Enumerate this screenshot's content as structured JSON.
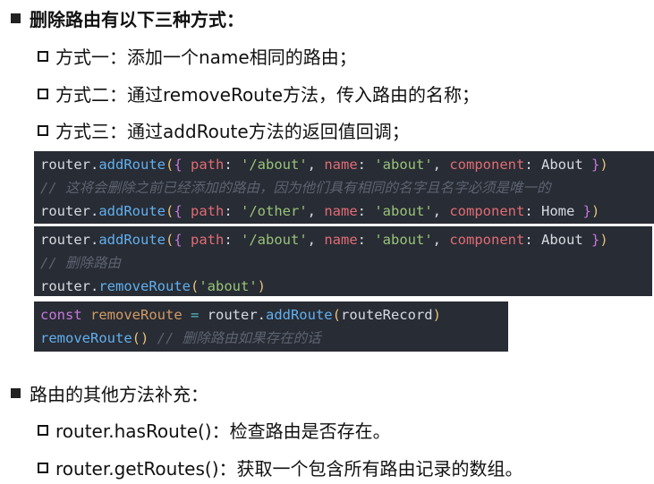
{
  "section1": {
    "title": "删除路由有以下三种方式：",
    "items": [
      "方式一：添加一个name相同的路由；",
      "方式二：通过removeRoute方法，传入路由的名称；",
      "方式三：通过addRoute方法的返回值回调；"
    ]
  },
  "code_blocks": [
    [
      [
        {
          "t": "router.",
          "c": "tx"
        },
        {
          "t": "addRoute",
          "c": "fn"
        },
        {
          "t": "(",
          "c": "br"
        },
        {
          "t": "{ ",
          "c": "br2"
        },
        {
          "t": "path",
          "c": "key"
        },
        {
          "t": ": ",
          "c": "tx"
        },
        {
          "t": "'/about'",
          "c": "str"
        },
        {
          "t": ", ",
          "c": "tx"
        },
        {
          "t": "name",
          "c": "key"
        },
        {
          "t": ": ",
          "c": "tx"
        },
        {
          "t": "'about'",
          "c": "str"
        },
        {
          "t": ", ",
          "c": "tx"
        },
        {
          "t": "component",
          "c": "key"
        },
        {
          "t": ": About ",
          "c": "tx"
        },
        {
          "t": "}",
          "c": "br2"
        },
        {
          "t": ")",
          "c": "br"
        }
      ],
      [
        {
          "t": "// 这将会删除之前已经添加的路由，因为他们具有相同的名字且名字必须是唯一的",
          "c": "cm"
        }
      ],
      [
        {
          "t": "router.",
          "c": "tx"
        },
        {
          "t": "addRoute",
          "c": "fn"
        },
        {
          "t": "(",
          "c": "br"
        },
        {
          "t": "{ ",
          "c": "br2"
        },
        {
          "t": "path",
          "c": "key"
        },
        {
          "t": ": ",
          "c": "tx"
        },
        {
          "t": "'/other'",
          "c": "str"
        },
        {
          "t": ", ",
          "c": "tx"
        },
        {
          "t": "name",
          "c": "key"
        },
        {
          "t": ": ",
          "c": "tx"
        },
        {
          "t": "'about'",
          "c": "str"
        },
        {
          "t": ", ",
          "c": "tx"
        },
        {
          "t": "component",
          "c": "key"
        },
        {
          "t": ": Home ",
          "c": "tx"
        },
        {
          "t": "}",
          "c": "br2"
        },
        {
          "t": ")",
          "c": "br"
        }
      ]
    ],
    [
      [
        {
          "t": "router.",
          "c": "tx"
        },
        {
          "t": "addRoute",
          "c": "fn"
        },
        {
          "t": "(",
          "c": "br"
        },
        {
          "t": "{ ",
          "c": "br2"
        },
        {
          "t": "path",
          "c": "key"
        },
        {
          "t": ": ",
          "c": "tx"
        },
        {
          "t": "'/about'",
          "c": "str"
        },
        {
          "t": ", ",
          "c": "tx"
        },
        {
          "t": "name",
          "c": "key"
        },
        {
          "t": ": ",
          "c": "tx"
        },
        {
          "t": "'about'",
          "c": "str"
        },
        {
          "t": ", ",
          "c": "tx"
        },
        {
          "t": "component",
          "c": "key"
        },
        {
          "t": ": About ",
          "c": "tx"
        },
        {
          "t": "}",
          "c": "br2"
        },
        {
          "t": ")",
          "c": "br"
        }
      ],
      [
        {
          "t": "// 删除路由",
          "c": "cm"
        }
      ],
      [
        {
          "t": "router.",
          "c": "tx"
        },
        {
          "t": "removeRoute",
          "c": "fn"
        },
        {
          "t": "(",
          "c": "br"
        },
        {
          "t": "'about'",
          "c": "str"
        },
        {
          "t": ")",
          "c": "br"
        }
      ]
    ],
    [
      [
        {
          "t": "const ",
          "c": "kw"
        },
        {
          "t": "removeRoute",
          "c": "var"
        },
        {
          "t": " = ",
          "c": "op"
        },
        {
          "t": "router.",
          "c": "tx"
        },
        {
          "t": "addRoute",
          "c": "fn"
        },
        {
          "t": "(",
          "c": "br"
        },
        {
          "t": "routeRecord",
          "c": "tx"
        },
        {
          "t": ")",
          "c": "br"
        }
      ],
      [
        {
          "t": "removeRoute",
          "c": "fn"
        },
        {
          "t": "()",
          "c": "br"
        },
        {
          "t": " // 删除路由如果存在的话",
          "c": "cm"
        }
      ]
    ]
  ],
  "section2": {
    "title": "路由的其他方法补充：",
    "items": [
      "router.hasRoute()：检查路由是否存在。",
      "router.getRoutes()：获取一个包含所有路由记录的数组。"
    ]
  }
}
